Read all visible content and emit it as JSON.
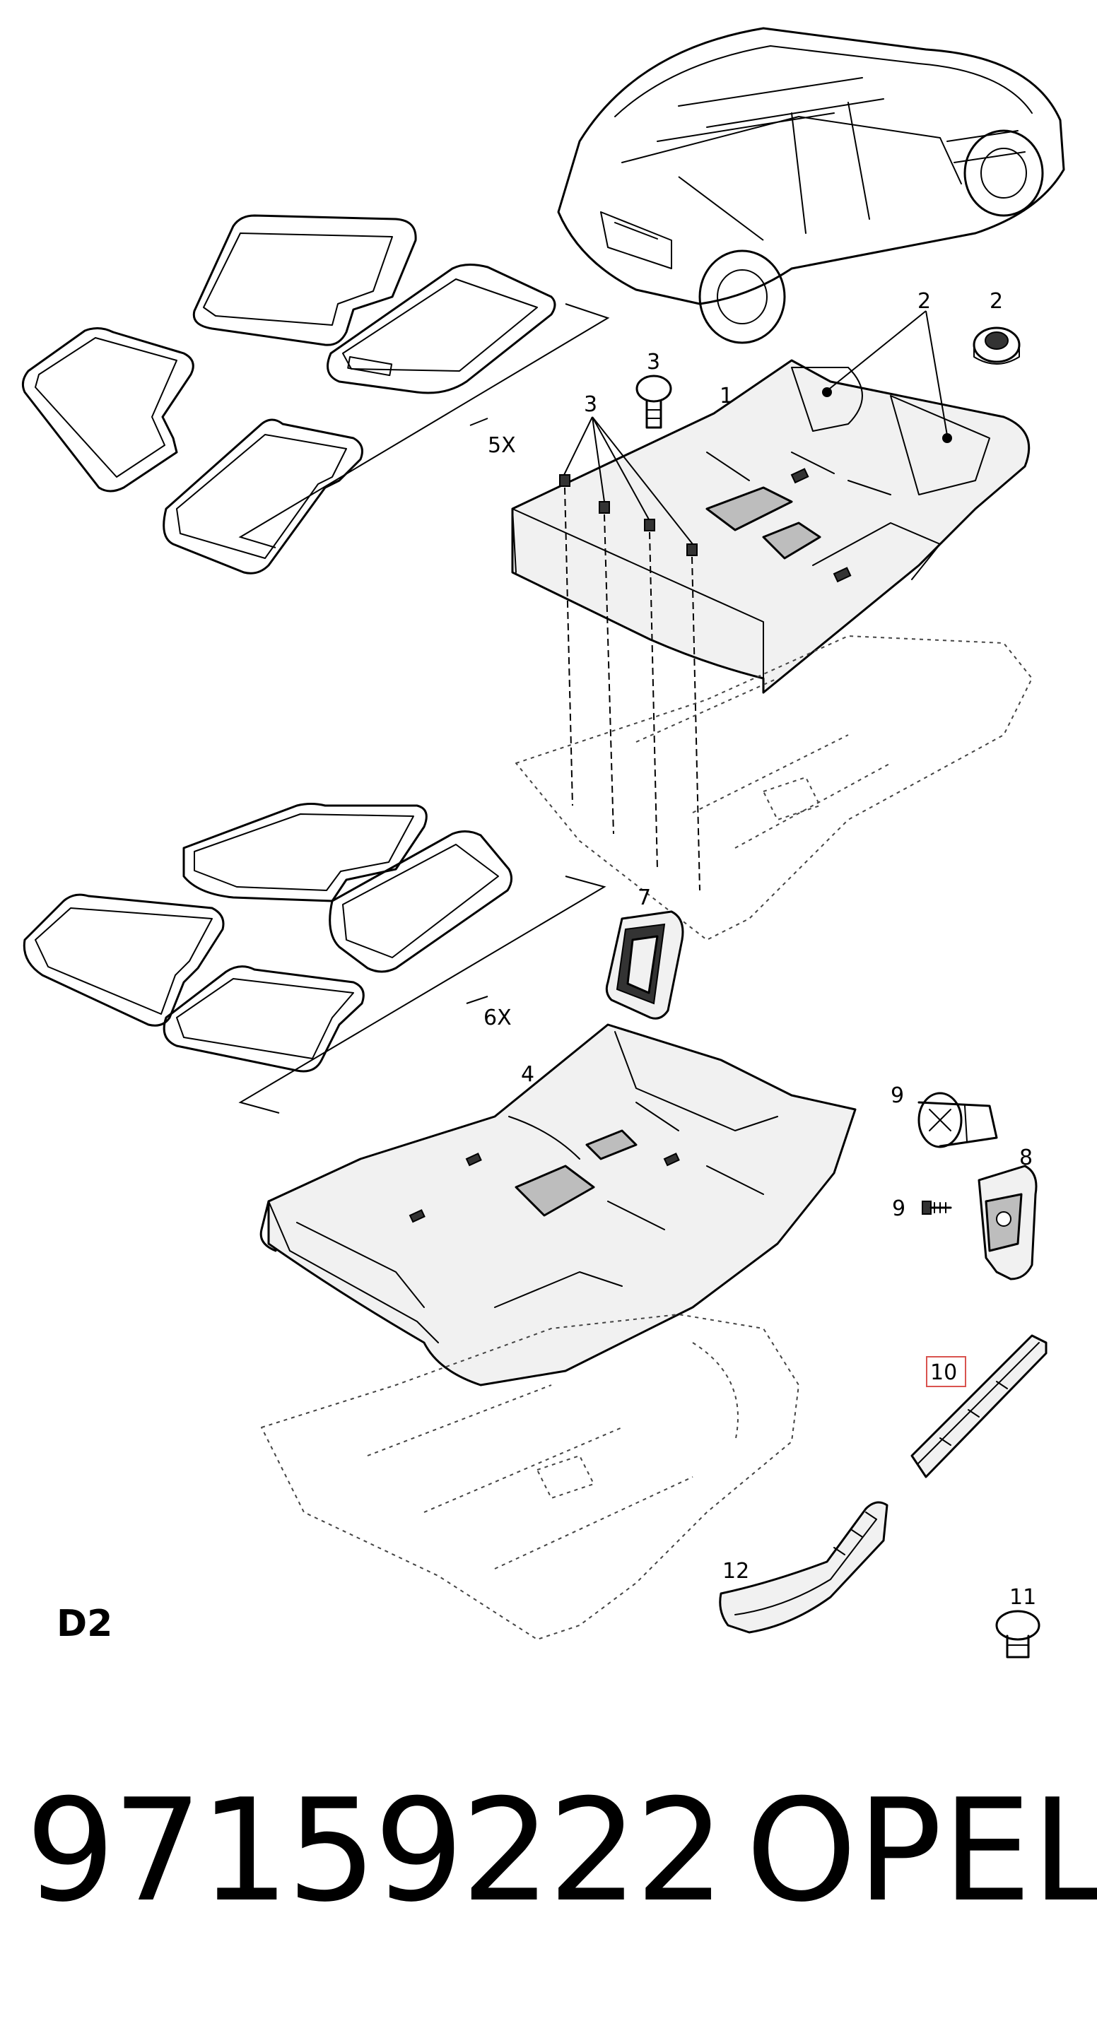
{
  "sheet_code": "D2",
  "part_number": "97159222",
  "brand": "OPEL",
  "callouts": {
    "c1": "1",
    "c2a": "2",
    "c2b": "2",
    "c3a": "3",
    "c3b": "3",
    "c5x": "5X",
    "c6x": "6X",
    "c4": "4",
    "c7": "7",
    "c8": "8",
    "c9a": "9",
    "c9b": "9",
    "c10": "10",
    "c11": "11",
    "c12": "12"
  },
  "colors": {
    "ink": "#000000",
    "background": "#ffffff",
    "highlight_box": "#d9534f"
  }
}
